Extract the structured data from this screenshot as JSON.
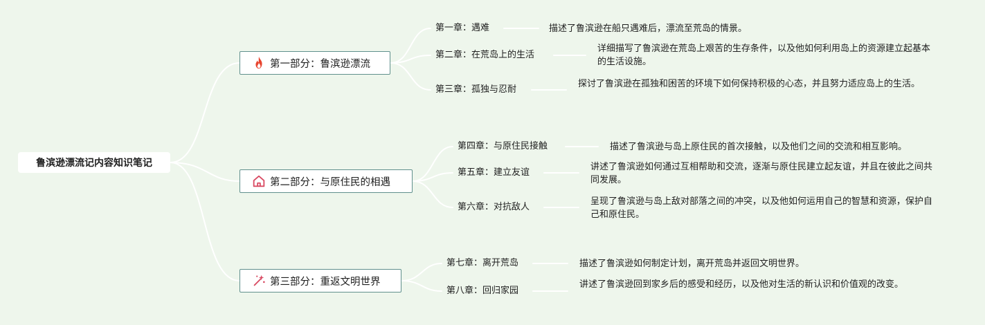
{
  "root": {
    "title": "鲁滨逊漂流记内容知识笔记"
  },
  "colors": {
    "background": "#eef6ec",
    "line": "#ffffff",
    "part_border": "#5f8f8c",
    "fire": "#e8452f",
    "home": "#d94b63",
    "wand": "#d94b63"
  },
  "parts": [
    {
      "label": "第一部分：鲁滨逊漂流",
      "icon": "fire-icon",
      "chapters": [
        {
          "label": "第一章：遇难",
          "desc": "描述了鲁滨逊在船只遇难后，漂流至荒岛的情景。"
        },
        {
          "label": "第二章：在荒岛上的生活",
          "desc": "详细描写了鲁滨逊在荒岛上艰苦的生存条件，以及他如何利用岛上的资源建立起基本的生活设施。"
        },
        {
          "label": "第三章：孤独与忍耐",
          "desc": "探讨了鲁滨逊在孤独和困苦的环境下如何保持积极的心态，并且努力适应岛上的生活。"
        }
      ]
    },
    {
      "label": "第二部分：与原住民的相遇",
      "icon": "home-icon",
      "chapters": [
        {
          "label": "第四章：与原住民接触",
          "desc": "描述了鲁滨逊与岛上原住民的首次接触，以及他们之间的交流和相互影响。"
        },
        {
          "label": "第五章：建立友谊",
          "desc": "讲述了鲁滨逊如何通过互相帮助和交流，逐渐与原住民建立起友谊，并且在彼此之间共同发展。"
        },
        {
          "label": "第六章：对抗敌人",
          "desc": "呈现了鲁滨逊与岛上敌对部落之间的冲突，以及他如何运用自己的智慧和资源，保护自己和原住民。"
        }
      ]
    },
    {
      "label": "第三部分：重返文明世界",
      "icon": "magic-wand-icon",
      "chapters": [
        {
          "label": "第七章：离开荒岛",
          "desc": "描述了鲁滨逊如何制定计划，离开荒岛并返回文明世界。"
        },
        {
          "label": "第八章：回归家园",
          "desc": "讲述了鲁滨逊回到家乡后的感受和经历，以及他对生活的新认识和价值观的改变。"
        }
      ]
    }
  ]
}
